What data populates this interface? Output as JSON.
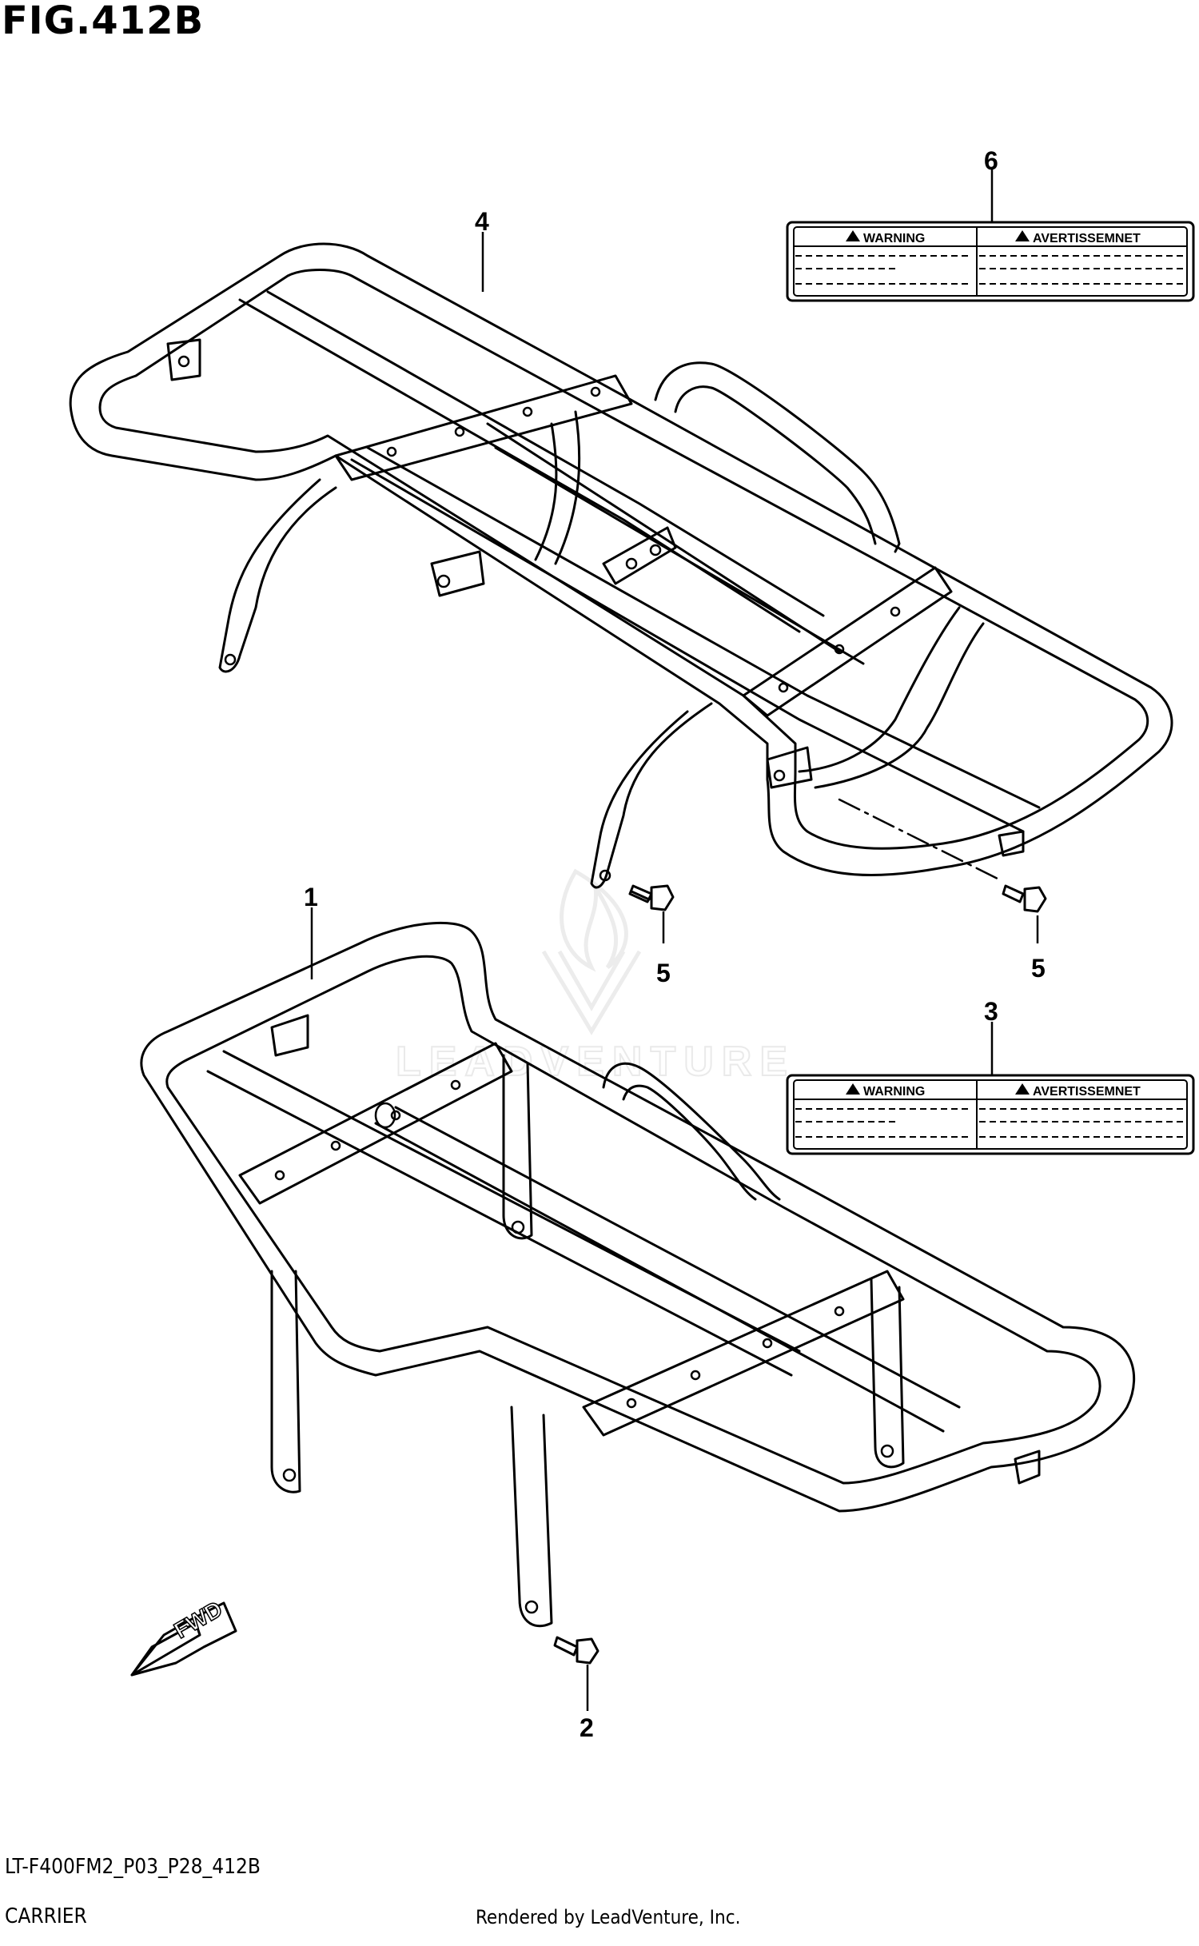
{
  "figure": {
    "title": "FIG.412B"
  },
  "callouts": [
    {
      "id": "part-1",
      "label": "1"
    },
    {
      "id": "part-2",
      "label": "2"
    },
    {
      "id": "part-3",
      "label": "3"
    },
    {
      "id": "part-4",
      "label": "4"
    },
    {
      "id": "part-5a",
      "label": "5"
    },
    {
      "id": "part-5b",
      "label": "5"
    },
    {
      "id": "part-6",
      "label": "6"
    }
  ],
  "labels": {
    "warning": "WARNING",
    "avertissement": "AVERTISSEMNET"
  },
  "fwd_arrow": "FWD",
  "watermark": "LEADVENTURE",
  "footer": {
    "model_code": "LT-F400FM2_P03_P28_412B",
    "section_name": "CARRIER",
    "credit": "Rendered by LeadVenture, Inc."
  }
}
